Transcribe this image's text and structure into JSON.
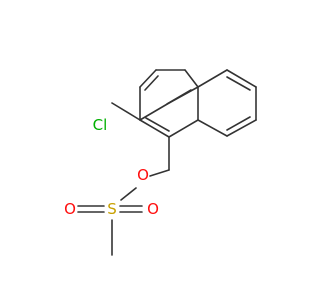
{
  "atoms": {
    "chlorine": "Cl",
    "ether_oxygen": "O",
    "sulfur": "S",
    "sulfonyl_oxygen_left": "O",
    "sulfonyl_oxygen_right": "O"
  },
  "colors": {
    "bond": "#333333",
    "chlorine": "#00b000",
    "oxygen": "#ff0d0d",
    "sulfur": "#c8a000"
  }
}
